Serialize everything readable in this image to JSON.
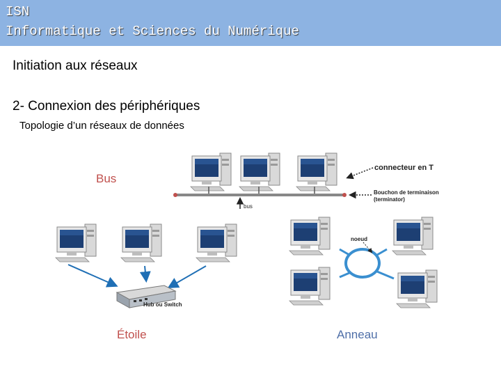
{
  "header": {
    "line1": "ISN",
    "line2": "Informatique et Sciences du Numérique"
  },
  "slide": {
    "title": "Initiation aux réseaux",
    "section": "2- Connexion des périphériques",
    "subsection": "Topologie d’un réseaux de données"
  },
  "diagram": {
    "bus": {
      "label": "Bus",
      "connector_label": "connecteur en T",
      "terminator_line1": "Bouchon de terminaison",
      "terminator_line2": "(terminator)",
      "bus_label": "bus"
    },
    "star": {
      "label": "Étoile",
      "hub_label": "Hub ou Switch"
    },
    "ring": {
      "label": "Anneau",
      "node_label": "noeud"
    },
    "colors": {
      "topology_label": "#c0504d",
      "ring_label": "#4f6fa8",
      "arrow": "#1f6fb5",
      "ring": "#3a8fd0"
    }
  }
}
